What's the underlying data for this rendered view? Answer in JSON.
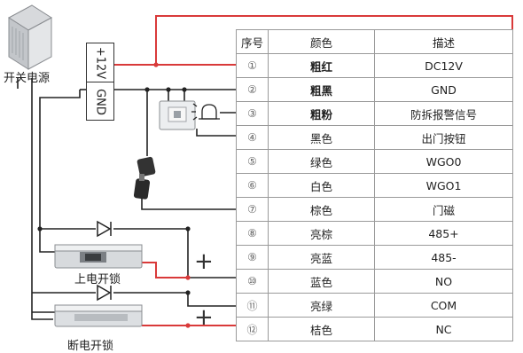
{
  "labels": {
    "power_supply": "开关电源",
    "terminal_top": "+12V",
    "terminal_bottom": "GND",
    "lock_power_on": "上电开锁",
    "lock_power_off": "断电开锁",
    "plus_sign": "+"
  },
  "table": {
    "headers": [
      "序号",
      "颜色",
      "描述"
    ],
    "rows": [
      {
        "no": "①",
        "color": "粗红",
        "desc": "DC12V",
        "bold": true
      },
      {
        "no": "②",
        "color": "粗黑",
        "desc": "GND",
        "bold": true
      },
      {
        "no": "③",
        "color": "粗粉",
        "desc": "防拆报警信号",
        "bold": true
      },
      {
        "no": "④",
        "color": "黑色",
        "desc": "出门按钮",
        "bold": false
      },
      {
        "no": "⑤",
        "color": "绿色",
        "desc": "WGO0",
        "bold": false
      },
      {
        "no": "⑥",
        "color": "白色",
        "desc": "WGO1",
        "bold": false
      },
      {
        "no": "⑦",
        "color": "棕色",
        "desc": "门磁",
        "bold": false
      },
      {
        "no": "⑧",
        "color": "亮棕",
        "desc": "485+",
        "bold": false
      },
      {
        "no": "⑨",
        "color": "亮蓝",
        "desc": "485-",
        "bold": false
      },
      {
        "no": "⑩",
        "color": "蓝色",
        "desc": "NO",
        "bold": false
      },
      {
        "no": "⑪",
        "color": "亮绿",
        "desc": "COM",
        "bold": false
      },
      {
        "no": "⑫",
        "color": "桔色",
        "desc": "NC",
        "bold": false
      }
    ]
  },
  "colors": {
    "red_wire": "#d93a3a",
    "black_wire": "#222222",
    "table_border": "#9a9a9a"
  },
  "icons": [
    "power-supply-icon",
    "exit-button-icon",
    "alarm-bell-icon",
    "door-sensor-icon",
    "diode-icon",
    "electric-lock-icon"
  ]
}
